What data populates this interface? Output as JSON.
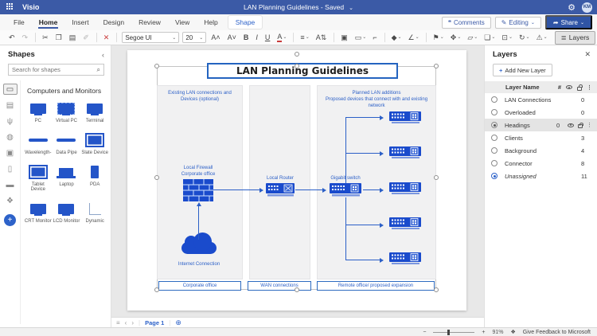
{
  "app": {
    "name": "Visio",
    "doc_title": "LAN Planning Guidelines  -  Saved",
    "title_caret": "⌄",
    "avatar": "KM",
    "gear": "⚙"
  },
  "menu": {
    "tabs": [
      {
        "label": "File",
        "name": "tab-file"
      },
      {
        "label": "Home",
        "name": "tab-home",
        "state": "active"
      },
      {
        "label": "Insert",
        "name": "tab-insert"
      },
      {
        "label": "Design",
        "name": "tab-design"
      },
      {
        "label": "Review",
        "name": "tab-review"
      },
      {
        "label": "View",
        "name": "tab-view"
      },
      {
        "label": "Help",
        "name": "tab-help"
      },
      {
        "label": "Shape",
        "name": "tab-shape",
        "state": "pill"
      }
    ],
    "comments_label": "Comments",
    "comments_icon": "❝",
    "editing_label": "Editing",
    "editing_icon": "✎",
    "editing_caret": "⌄",
    "share_label": "Share",
    "share_icon": "➦",
    "share_caret": "⌄"
  },
  "ribbon": {
    "font_name": "Segoe UI",
    "font_size": "20",
    "tools_left": [
      {
        "icon": "↶",
        "name": "undo"
      },
      {
        "icon": "↷",
        "name": "redo",
        "state": "disabled"
      },
      {
        "state": "divider"
      },
      {
        "icon": "✂",
        "name": "cut"
      },
      {
        "icon": "❐",
        "name": "copy"
      },
      {
        "icon": "▤",
        "name": "paste"
      },
      {
        "icon": "✐",
        "name": "format-painter",
        "state": "disabled"
      },
      {
        "state": "divider"
      },
      {
        "icon": "✕",
        "name": "delete",
        "state": "danger"
      },
      {
        "state": "divider"
      }
    ],
    "tools_right": [
      {
        "icon": "A˄",
        "name": "grow-font"
      },
      {
        "icon": "A˅",
        "name": "shrink-font"
      },
      {
        "icon": "B",
        "name": "bold",
        "state": "bold"
      },
      {
        "icon": "I",
        "name": "italic",
        "state": "italic"
      },
      {
        "icon": "U",
        "name": "underline",
        "state": "underline"
      },
      {
        "icon": "A",
        "name": "font-color",
        "caret": "⌄",
        "state": "fontcolor"
      },
      {
        "state": "divider"
      },
      {
        "icon": "≡",
        "name": "paragraph-align",
        "caret": "⌄"
      },
      {
        "icon": "A⇅",
        "name": "text-direction"
      },
      {
        "state": "divider"
      },
      {
        "icon": "▣",
        "name": "text-block"
      },
      {
        "icon": "▭",
        "name": "shape-style",
        "caret": "⌄"
      },
      {
        "icon": "⌐",
        "name": "connector"
      },
      {
        "state": "divider"
      },
      {
        "icon": "◆",
        "name": "fill-color",
        "caret": "⌄"
      },
      {
        "icon": "∠",
        "name": "line-color",
        "caret": "⌄"
      },
      {
        "state": "divider"
      },
      {
        "icon": "⚑",
        "name": "position",
        "caret": "⌄"
      },
      {
        "icon": "✥",
        "name": "align-shapes",
        "caret": "⌄"
      },
      {
        "icon": "▱",
        "name": "group",
        "caret": "⌄"
      },
      {
        "icon": "❏",
        "name": "arrange",
        "caret": "⌄"
      },
      {
        "icon": "⊡",
        "name": "container",
        "caret": "⌄"
      },
      {
        "icon": "↻",
        "name": "rotate",
        "caret": "⌄"
      },
      {
        "icon": "⚠",
        "name": "change-shape",
        "caret": "⌄"
      }
    ],
    "layers_button": "Layers",
    "layers_icon": "≣"
  },
  "shapes_panel": {
    "title": "Shapes",
    "collapse_icon": "‹",
    "search_placeholder": "Search for shapes",
    "search_icon": "🔎",
    "category": "Computers and Monitors",
    "stencil": [
      {
        "icon": "▭",
        "name": "stencil-computers-monitors",
        "state": "active"
      },
      {
        "icon": "▤",
        "name": "stencil-network-symbols"
      },
      {
        "icon": "ψ",
        "name": "stencil-wireless"
      },
      {
        "icon": "◍",
        "name": "stencil-peripherals"
      },
      {
        "icon": "▣",
        "name": "stencil-rack"
      },
      {
        "icon": "▯",
        "name": "stencil-mobile"
      },
      {
        "icon": "▬",
        "name": "stencil-pill"
      },
      {
        "icon": "❖",
        "name": "stencil-network-locations"
      }
    ],
    "add_stencil_icon": "+",
    "items": [
      {
        "label": "PC",
        "type": "monitor"
      },
      {
        "label": "Virtual PC",
        "type": "monitor-dashed"
      },
      {
        "label": "Terminal",
        "type": "monitor"
      },
      {
        "label": "Wavelength-",
        "type": "bar"
      },
      {
        "label": "Data Pipe",
        "type": "bar"
      },
      {
        "label": "Slate Device",
        "type": "tablet"
      },
      {
        "label": "Tablet Device",
        "type": "tablet"
      },
      {
        "label": "Laptop",
        "type": "laptop"
      },
      {
        "label": "PDA",
        "type": "slab"
      },
      {
        "label": "CRT Monitor",
        "type": "monitor"
      },
      {
        "label": "LCD Monitor",
        "type": "monitor"
      },
      {
        "label": "Dynamic",
        "type": "corner"
      }
    ]
  },
  "canvas": {
    "title": "LAN Planning Guidelines",
    "col1": {
      "line1": "Existing LAN connections and",
      "line2": "Devices (optional)"
    },
    "col3": {
      "line1": "Planned LAN additions",
      "line2": "Proposed devices that connect with and existing network"
    },
    "labels": {
      "firewall1": "Local Firewall",
      "firewall2": "Corporate office",
      "router": "Local Router",
      "gigabit": "Gigabit switch",
      "internet": "Internet Connection"
    },
    "footers": [
      "Corporate office",
      "WAN connections",
      "Remote office/ proposed expansion"
    ],
    "remote_switches": [
      {},
      {},
      {},
      {},
      {}
    ]
  },
  "pagenav": {
    "menu_icon": "≡",
    "prev": "‹",
    "next": "›",
    "page": "Page 1",
    "add": "⊕"
  },
  "layers_panel": {
    "title": "Layers",
    "close_icon": "✕",
    "add_label": "Add New Layer",
    "add_plus": "+",
    "header_name": "Layer Name",
    "header_count": "#",
    "kebab": "⋮",
    "rows": [
      {
        "name": "LAN Connections",
        "count": "0"
      },
      {
        "name": "Overloaded",
        "count": "0"
      },
      {
        "name": "Headings",
        "count": "0",
        "state": "active"
      },
      {
        "name": "Clients",
        "count": "3"
      },
      {
        "name": "Background",
        "count": "4"
      },
      {
        "name": "Connector",
        "count": "8"
      },
      {
        "name": "Unassigned",
        "count": "11",
        "state": "unassigned"
      }
    ]
  },
  "status_bar": {
    "zoom_out": "−",
    "zoom_in": "+",
    "zoom_level": "91%",
    "fit_icon": "❖",
    "feedback": "Give Feedback to Microsoft"
  },
  "colors": {
    "brand": "#3b5aa6",
    "device_blue": "#1a4bcc",
    "connector_blue": "#2b5fc7",
    "accent_text": "#2d62c9"
  }
}
